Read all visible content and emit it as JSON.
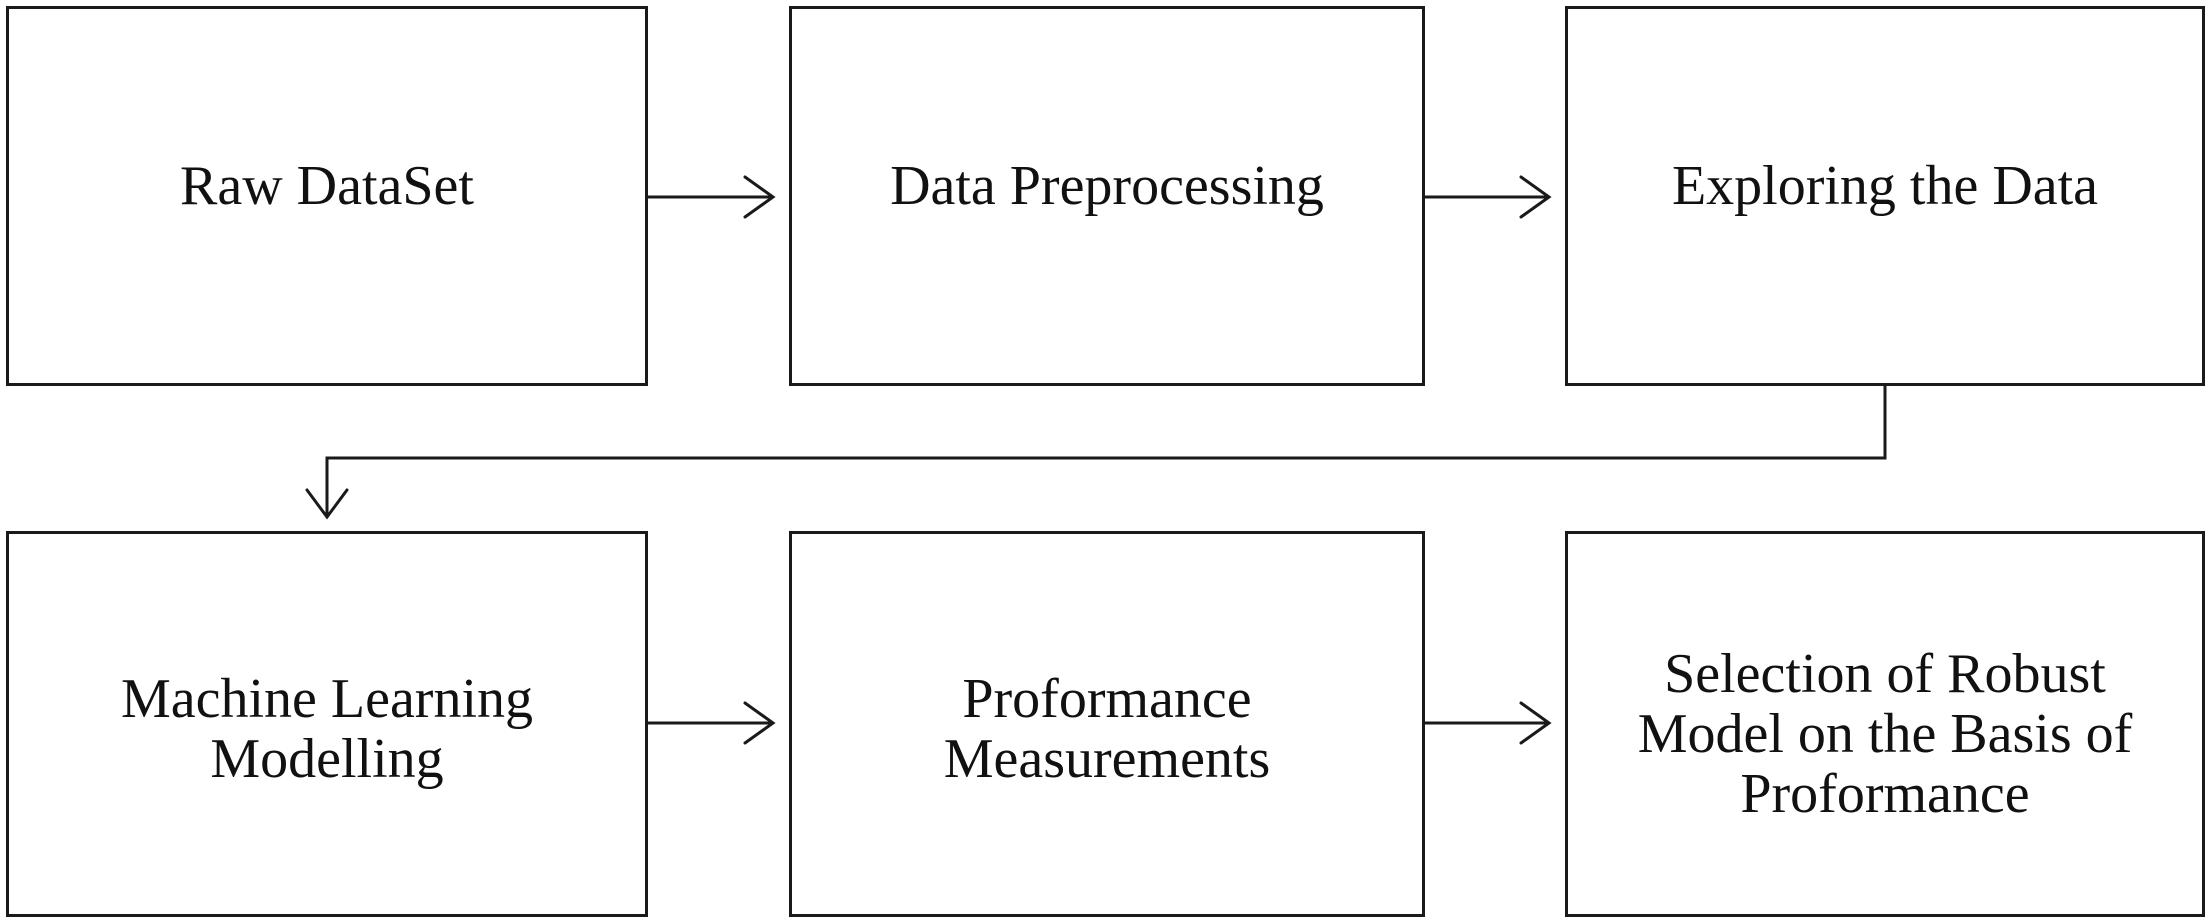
{
  "diagram": {
    "nodes": [
      {
        "id": "raw-dataset",
        "label": "Raw DataSet"
      },
      {
        "id": "data-preprocessing",
        "label": "Data Preprocessing"
      },
      {
        "id": "exploring-data",
        "label": "Exploring  the Data"
      },
      {
        "id": "ml-modelling",
        "label": "Machine Learning\nModelling"
      },
      {
        "id": "performance-measurements",
        "label": "Proformance\nMeasurements"
      },
      {
        "id": "robust-model-selection",
        "label": "Selection of Robust\nModel on the Basis of\nProformance"
      }
    ],
    "edges": [
      {
        "from": "raw-dataset",
        "to": "data-preprocessing"
      },
      {
        "from": "data-preprocessing",
        "to": "exploring-data"
      },
      {
        "from": "exploring-data",
        "to": "ml-modelling"
      },
      {
        "from": "ml-modelling",
        "to": "performance-measurements"
      },
      {
        "from": "performance-measurements",
        "to": "robust-model-selection"
      }
    ],
    "colors": {
      "line": "#1a1a1a",
      "text": "#111111",
      "background": "#ffffff"
    }
  }
}
